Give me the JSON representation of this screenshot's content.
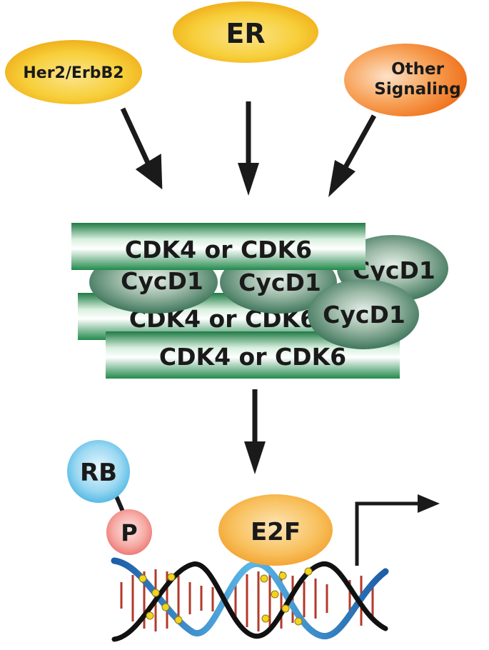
{
  "signals": {
    "her2": "Her2/ErbB2",
    "er": "ER",
    "other_line1": "Other",
    "other_line2": "Signaling"
  },
  "complex": {
    "cdk_top": "CDK4 or CDK6",
    "cdk_mid": "CDK4 or CDK6",
    "cdk_bottom": "CDK4 or CDK6",
    "cyc_left": "CycD1",
    "cyc_center": "CycD1",
    "cyc_right_back": "CycD1",
    "cyc_right_front": "CycD1"
  },
  "rb": {
    "rb_label": "RB",
    "p_label": "P"
  },
  "tf": {
    "e2f_label": "E2F"
  },
  "colors": {
    "yellow_signal": "#f6c21c",
    "orange_signal": "#f27a1e",
    "cdk_green": "#2e9a5c",
    "cyclin_green": "#3f7a5e",
    "rb_blue": "#6cc4ea",
    "p_pink": "#f08c8c",
    "e2f_orange": "#f5a637",
    "dna_blue": "#2a7fc0",
    "dna_rung": "#b23a2a"
  }
}
